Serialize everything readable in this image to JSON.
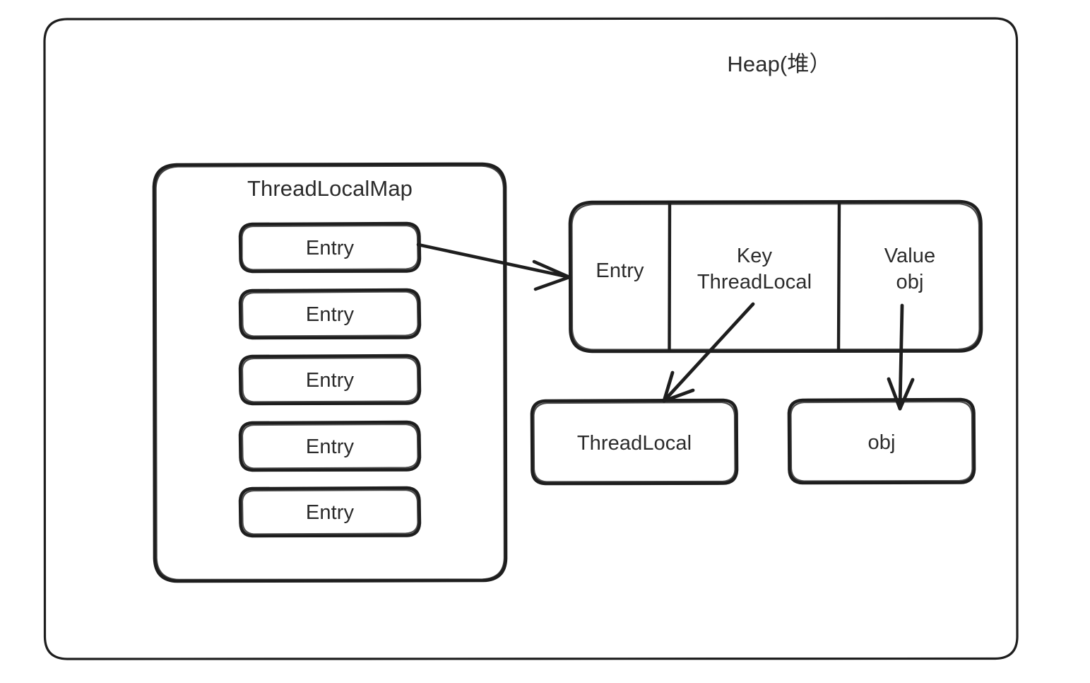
{
  "diagram": {
    "title": "Heap(堆）",
    "heap_container_label": "Heap(堆）",
    "map_container": {
      "title": "ThreadLocalMap",
      "entries": [
        {
          "label": "Entry"
        },
        {
          "label": "Entry"
        },
        {
          "label": "Entry"
        },
        {
          "label": "Entry"
        },
        {
          "label": "Entry"
        }
      ]
    },
    "entry_record": {
      "cells": [
        {
          "name": "entry-cell",
          "line1": "Entry",
          "line2": ""
        },
        {
          "name": "key-cell",
          "line1": "Key",
          "line2": "ThreadLocal"
        },
        {
          "name": "value-cell",
          "line1": "Value",
          "line2": "obj"
        }
      ]
    },
    "referenced_objects": [
      {
        "name": "threadlocal-object",
        "label": "ThreadLocal"
      },
      {
        "name": "obj-object",
        "label": "obj"
      }
    ],
    "arrows": [
      {
        "name": "entry-to-record-arrow",
        "from": "map-entry-1",
        "to": "entry-record"
      },
      {
        "name": "key-to-threadlocal-arrow",
        "from": "key-cell",
        "to": "threadlocal-object"
      },
      {
        "name": "value-to-obj-arrow",
        "from": "value-cell",
        "to": "obj-object"
      }
    ],
    "colors": {
      "stroke": "#1e1e1e",
      "text": "#2b2b2b",
      "background": "#ffffff"
    }
  }
}
